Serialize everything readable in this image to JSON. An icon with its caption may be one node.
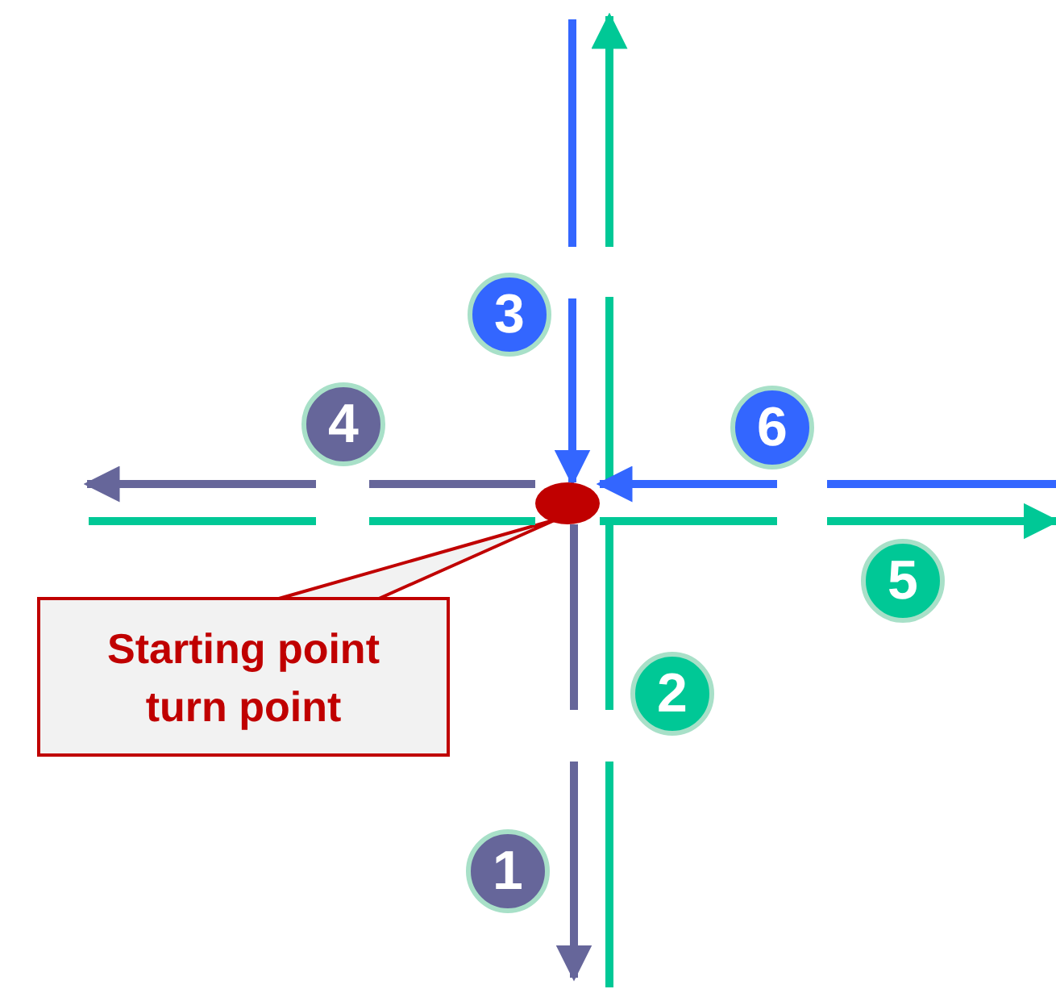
{
  "diagram": {
    "nodes": [
      {
        "text": [],
        "shape": "circle"
      },
      {
        "text": [
          "Starting point turn point"
        ]
      },
      {
        "text": [
          "3"
        ]
      },
      {
        "text": [
          "4"
        ]
      },
      {
        "text": [
          "6"
        ]
      },
      {
        "text": [
          "5"
        ]
      },
      {
        "text": [
          "2"
        ]
      },
      {
        "text": [
          "1"
        ]
      }
    ],
    "edges": [
      {
        "from": 0,
        "to": null,
        "arrow": "to",
        "color": "#66669a"
      },
      {
        "from": 0,
        "to": null,
        "arrow": "to",
        "color": "#00c896"
      },
      {
        "from": null,
        "to": 0,
        "arrow": "to",
        "color": "#3366ff"
      },
      {
        "from": 0,
        "to": null,
        "arrow": "to",
        "color": "#66669a"
      },
      {
        "from": 0,
        "to": null,
        "arrow": "to",
        "color": "#00c896"
      },
      {
        "from": null,
        "to": 0,
        "arrow": "to",
        "color": "#3366ff"
      },
      {
        "from": 1,
        "to": 0,
        "arrow": "none",
        "color": "#c00000"
      },
      {
        "from": null,
        "to": 0,
        "arrow": "none",
        "color": "#00c896"
      },
      {
        "from": null,
        "to": 0,
        "arrow": "none",
        "color": "#00c896"
      }
    ]
  }
}
